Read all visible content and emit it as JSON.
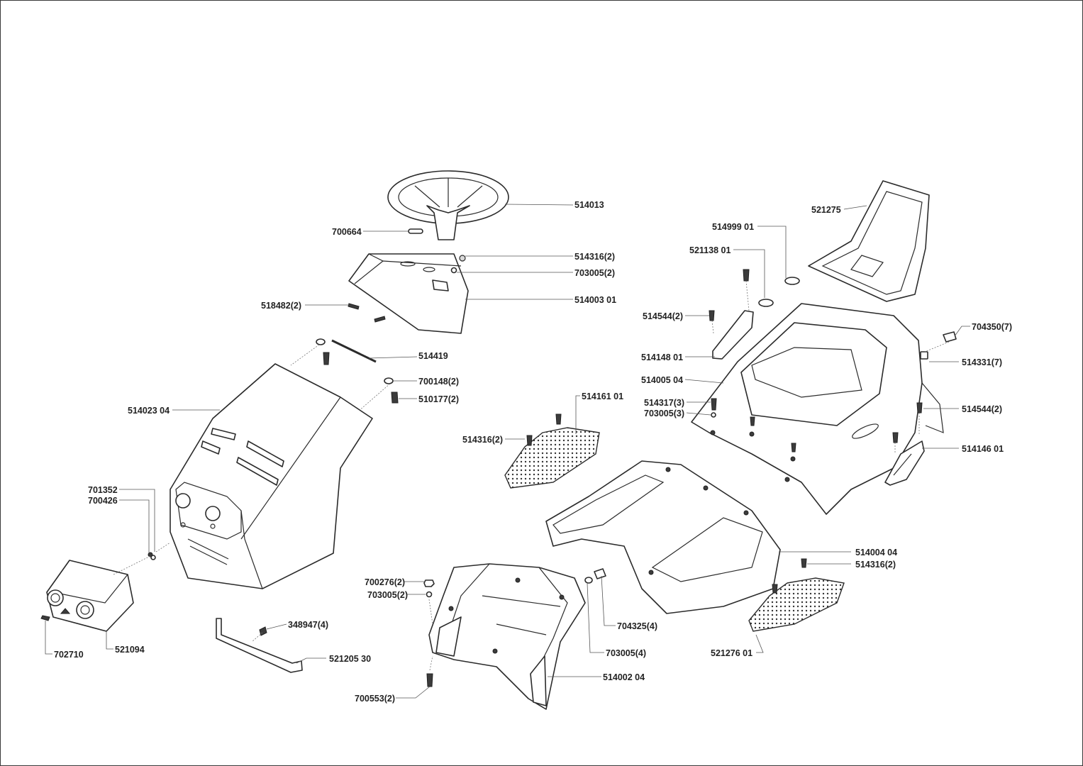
{
  "labels": {
    "514013": "514013",
    "700664": "700664",
    "514316_2_a": "514316(2)",
    "703005_2_a": "703005(2)",
    "514003_01": "514003 01",
    "518482_2": "518482(2)",
    "514419": "514419",
    "700148_2": "700148(2)",
    "510177_2": "510177(2)",
    "514023_04": "514023 04",
    "701352": "701352",
    "700426": "700426",
    "702710": "702710",
    "521094": "521094",
    "348947_4": "348947(4)",
    "521205_30": "521205 30",
    "700276_2": "700276(2)",
    "703005_2_b": "703005(2)",
    "700553_2": "700553(2)",
    "514002_04": "514002 04",
    "704325_4": "704325(4)",
    "703005_4": "703005(4)",
    "514316_2_b": "514316(2)",
    "514161_01": "514161 01",
    "514004_04": "514004 04",
    "514316_2_c": "514316(2)",
    "521276_01": "521276 01",
    "521275": "521275",
    "514999_01": "514999 01",
    "521138_01": "521138 01",
    "514544_2_a": "514544(2)",
    "514148_01": "514148 01",
    "514005_04": "514005 04",
    "514317_3": "514317(3)",
    "703005_3": "703005(3)",
    "704350_7": "704350(7)",
    "514331_7": "514331(7)",
    "514544_2_b": "514544(2)",
    "514146_01": "514146 01"
  }
}
